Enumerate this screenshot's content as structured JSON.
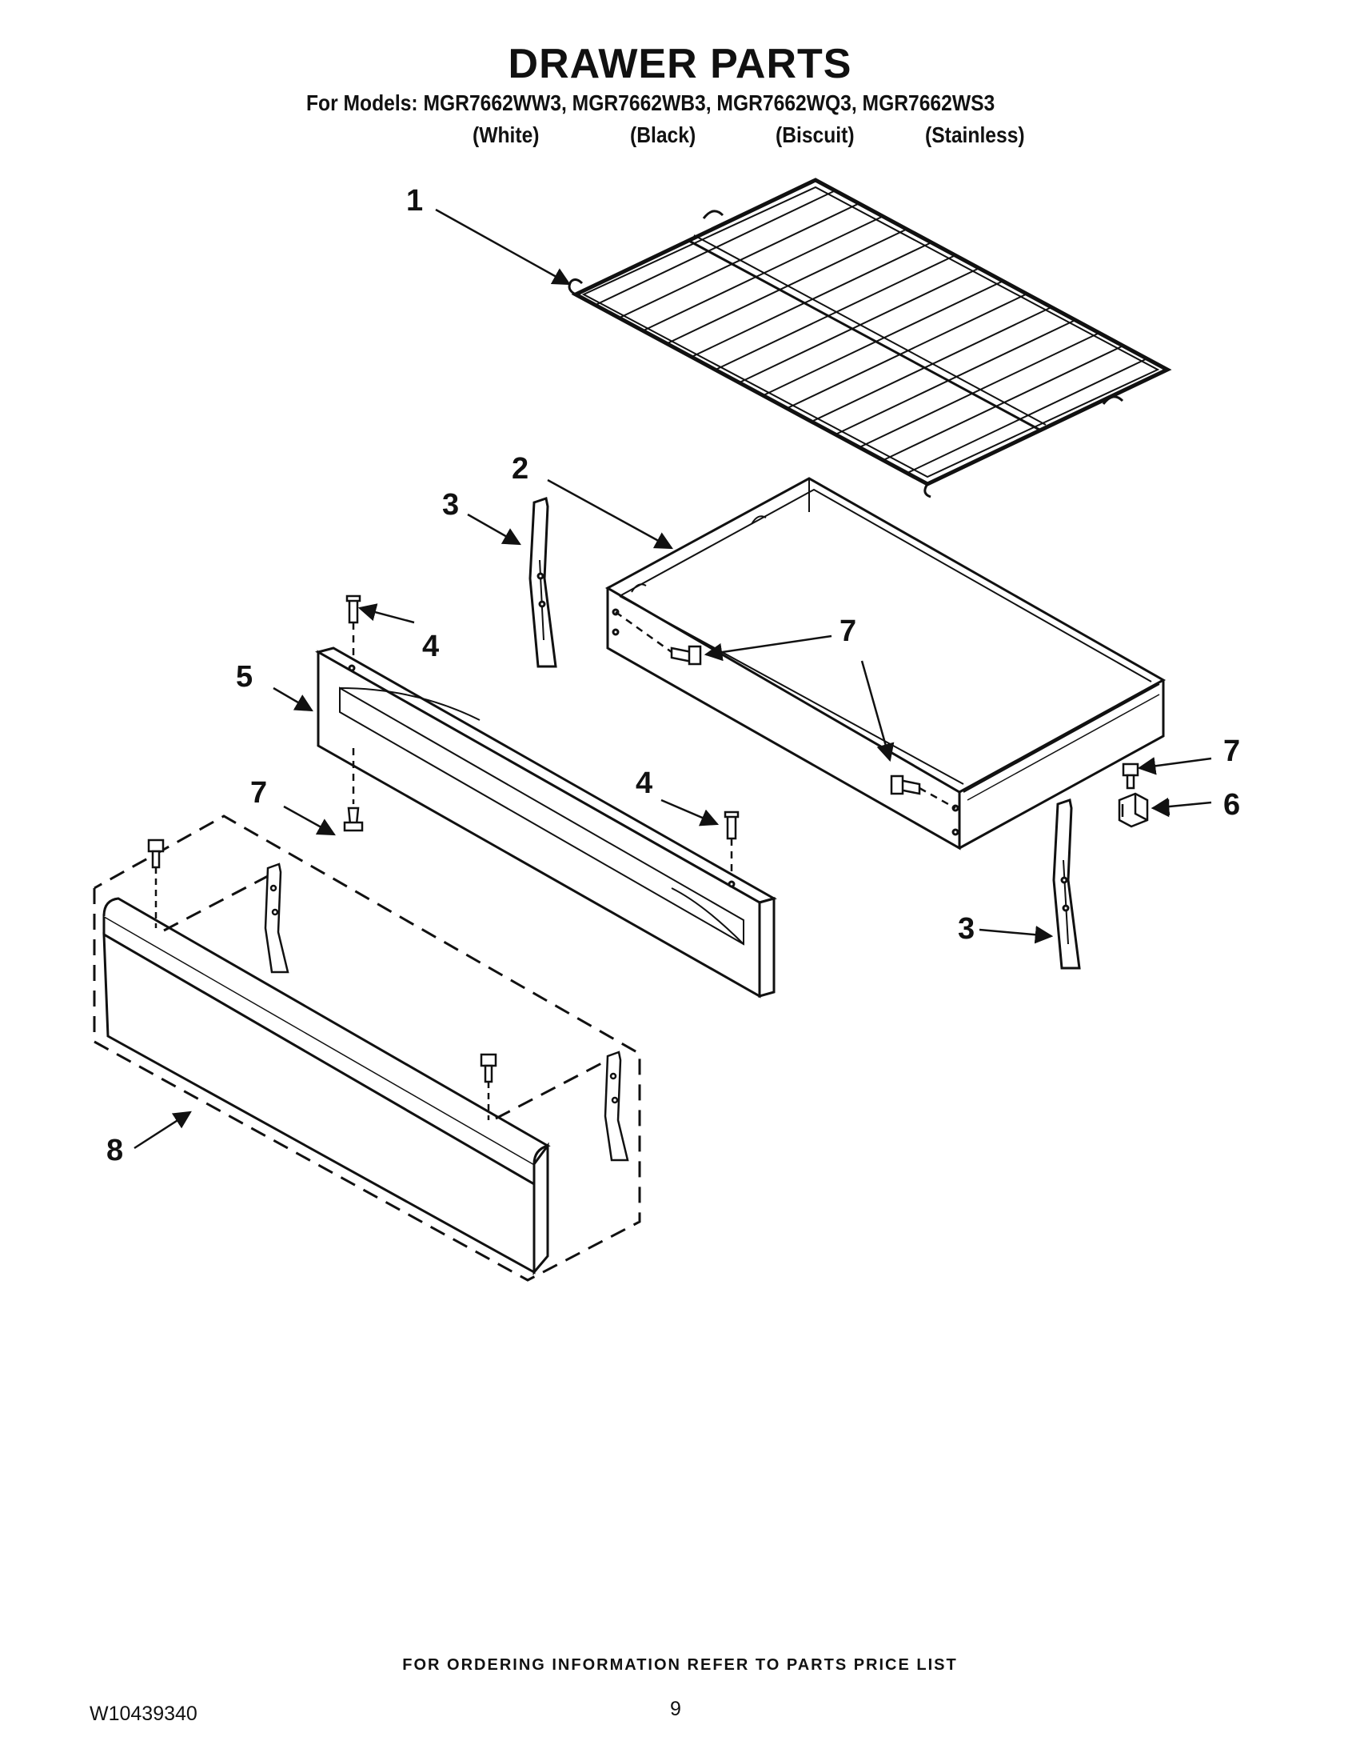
{
  "header": {
    "title": "DRAWER PARTS",
    "models_line": "For Models: MGR7662WW3, MGR7662WB3, MGR7662WQ3, MGR7662WS3",
    "variants": [
      "(White)",
      "(Black)",
      "(Biscuit)",
      "(Stainless)"
    ]
  },
  "callouts": {
    "rack": "1",
    "drawer_body": "2",
    "glide_left": "3",
    "glide_right": "3",
    "stud_top": "4",
    "stud_right": "4",
    "front_panel": "5",
    "clip": "6",
    "screw_drawer_left": "7",
    "screw_drawer_mid": "7",
    "screw_right": "7",
    "screw_panel": "7",
    "drawer_front_assembly": "8"
  },
  "footer": {
    "ordering_note": "FOR ORDERING INFORMATION REFER TO PARTS PRICE LIST",
    "doc_number": "W10439340",
    "page_number": "9"
  }
}
